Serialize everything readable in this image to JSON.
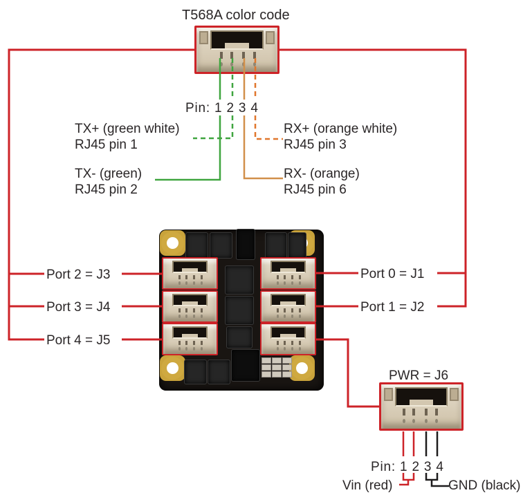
{
  "title": "T568A color code",
  "top_pins": {
    "label": "Pin: 1 2 3 4"
  },
  "signals": {
    "tx_plus": {
      "line1": "TX+ (green white)",
      "line2": "RJ45 pin 1"
    },
    "tx_minus": {
      "line1": "TX- (green)",
      "line2": "RJ45 pin 2"
    },
    "rx_plus": {
      "line1": "RX+ (orange white)",
      "line2": "RJ45 pin 3"
    },
    "rx_minus": {
      "line1": "RX- (orange)",
      "line2": "RJ45 pin 6"
    }
  },
  "ports": {
    "p2": "Port 2 = J3",
    "p3": "Port 3 = J4",
    "p4": "Port 4 = J5",
    "p0": "Port 0 = J1",
    "p1": "Port 1 = J2"
  },
  "pwr": {
    "title": "PWR = J6",
    "pins": "Pin: 1 2 3 4",
    "vin": "Vin (red)",
    "gnd": "GND (black)"
  },
  "colors": {
    "red": "#cd2328",
    "green": "#3fa53f",
    "orange": "#d18f4a",
    "orange2": "#e0762c",
    "wireblack": "#1d1b1c",
    "ink": "#2a2627"
  }
}
